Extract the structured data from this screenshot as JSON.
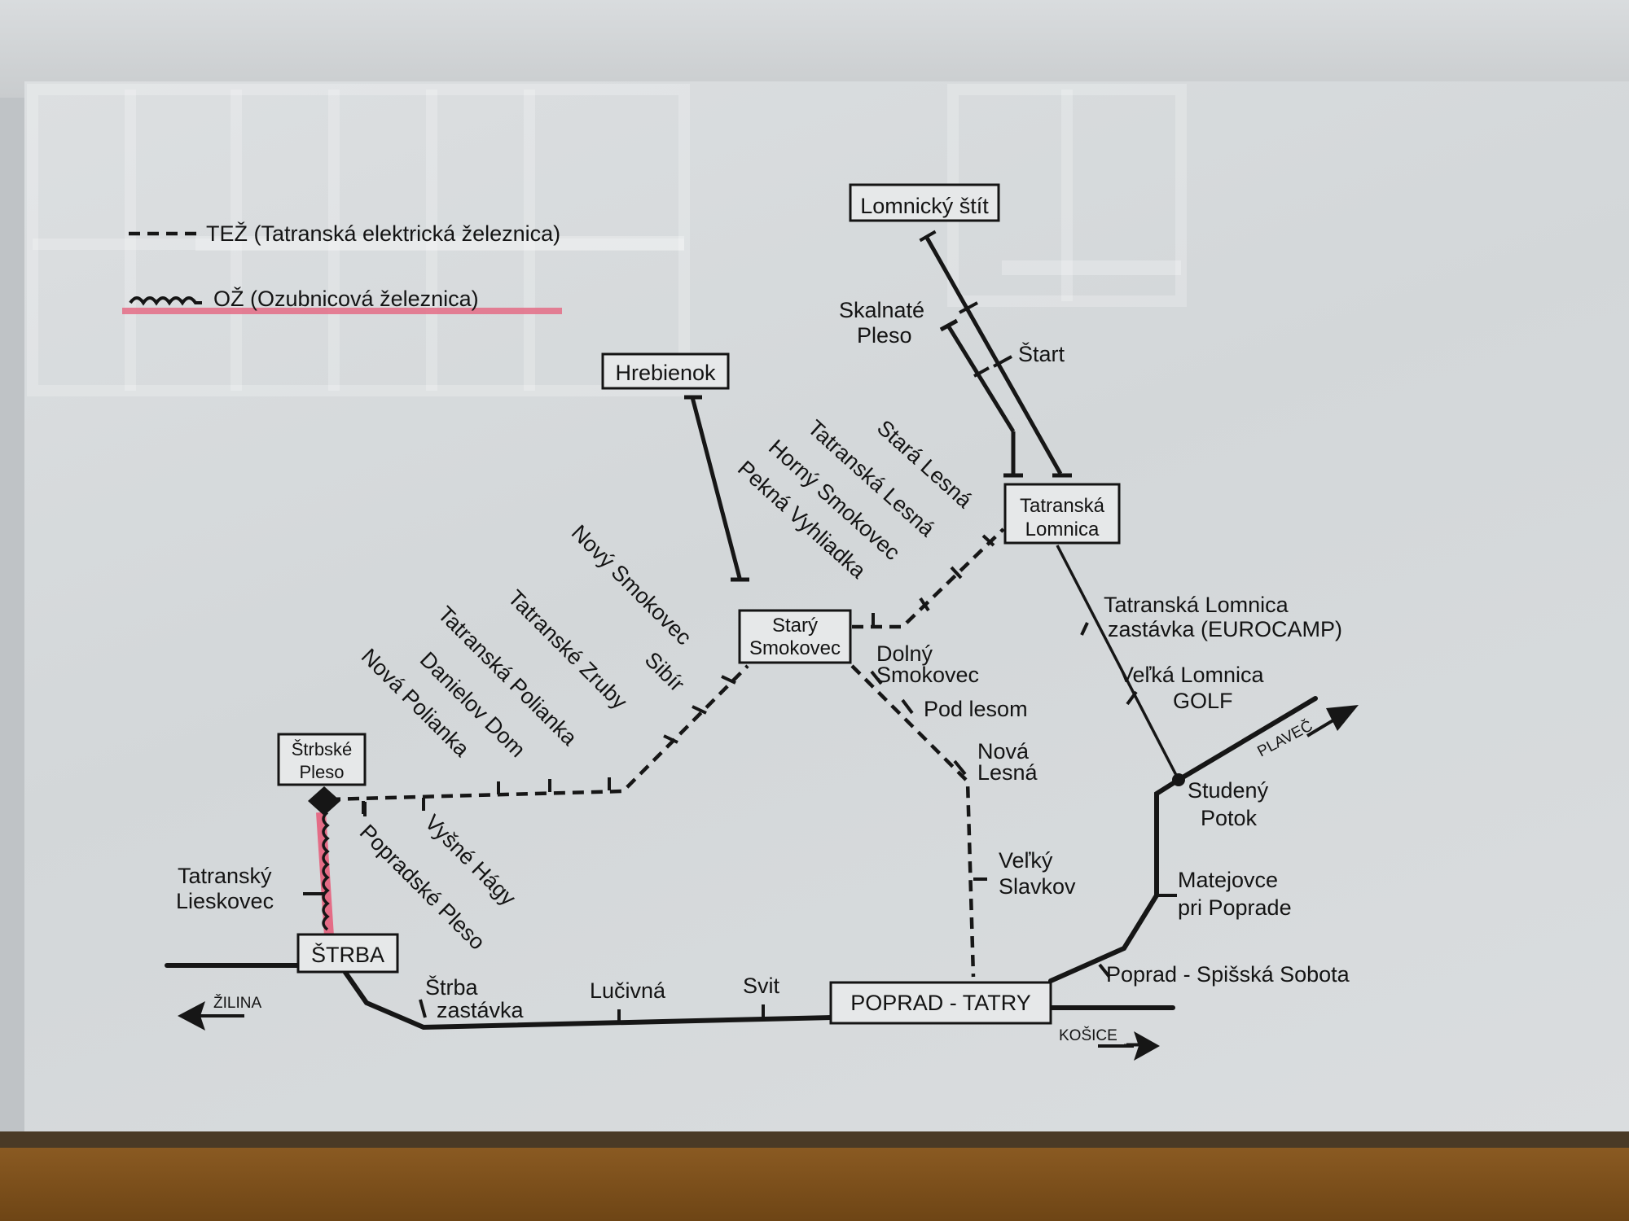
{
  "legend": {
    "tez": "TEŽ (Tatranská elektrická železnica)",
    "oz": "OŽ (Ozubnicová železnica)"
  },
  "stations": {
    "lomnicky_stit": "Lomnický štít",
    "skalnate_pleso_1": "Skalnaté",
    "skalnate_pleso_2": "Pleso",
    "start": "Štart",
    "hrebienok": "Hrebienok",
    "stara_lesna": "Stará Lesná",
    "tatranska_lesna": "Tatranská Lesná",
    "horny_smokovec": "Horný Smokovec",
    "pekna_vyhliadka": "Pekná Vyhliadka",
    "tatranska_lomnica_1": "Tatranská",
    "tatranska_lomnica_2": "Lomnica",
    "tl_zastavka_1": "Tatranská Lomnica",
    "tl_zastavka_2": "zastávka (EUROCAMP)",
    "velka_lomnica_1": "Veľká Lomnica",
    "velka_lomnica_2": "GOLF",
    "novy_smokovec": "Nový Smokovec",
    "sibir": "Sibír",
    "stary_smokovec_1": "Starý",
    "stary_smokovec_2": "Smokovec",
    "dolny_smokovec_1": "Dolný",
    "dolny_smokovec_2": "Smokovec",
    "pod_lesom": "Pod lesom",
    "nova_lesna_1": "Nová",
    "nova_lesna_2": "Lesná",
    "tatranske_zruby": "Tatranské Zruby",
    "tatranska_polianka": "Tatranská Polianka",
    "danielov_dom": "Danielov Dom",
    "nova_polianka": "Nová Polianka",
    "strbske_pleso_1": "Štrbské",
    "strbske_pleso_2": "Pleso",
    "vysne_hagy": "Vyšné Hágy",
    "popradske_pleso": "Popradské Pleso",
    "tatransky_lieskovec_1": "Tatranský",
    "tatransky_lieskovec_2": "Lieskovec",
    "strba": "ŠTRBA",
    "strba_zastavka_1": "Štrba",
    "strba_zastavka_2": "zastávka",
    "lucivna": "Lučivná",
    "svit": "Svit",
    "poprad_tatry": "POPRAD - TATRY",
    "velky_slavkov_1": "Veľký",
    "velky_slavkov_2": "Slavkov",
    "studeny_potok_1": "Studený",
    "studeny_potok_2": "Potok",
    "matejovce_1": "Matejovce",
    "matejovce_2": "pri Poprade",
    "spisska_sobota": "Poprad - Spišská Sobota"
  },
  "directions": {
    "zilina": "ŽILINA",
    "kosice": "KOŠICE",
    "plavec": "PLAVEČ"
  },
  "colors": {
    "ink": "#141414",
    "cog_highlight": "#e46c86",
    "paper": "#d8dbdd",
    "frame": "#7a4c1a"
  }
}
